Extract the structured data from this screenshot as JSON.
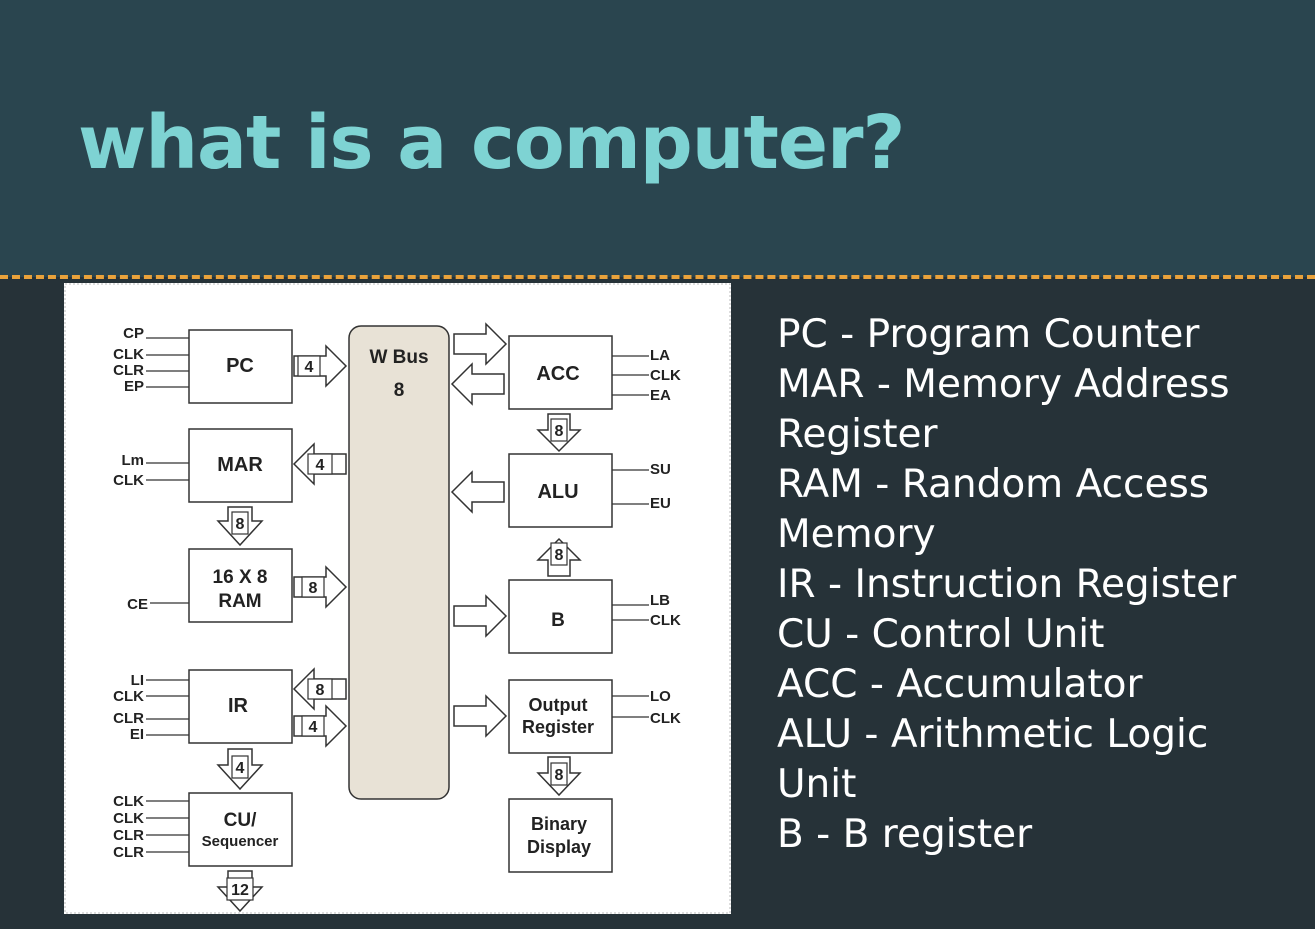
{
  "slide": {
    "title": "what is a computer?",
    "colors": {
      "header_bg": "#2a454f",
      "body_bg": "#263238",
      "title": "#7ed3d3",
      "divider": "#e9a23b",
      "text": "#ffffff"
    }
  },
  "glossary": [
    "PC - Program Counter",
    "MAR - Memory Address",
    "Register",
    "RAM - Random Access",
    "Memory",
    "IR - Instruction Register",
    "CU - Control Unit",
    "ACC - Accumulator",
    "ALU - Arithmetic Logic",
    "Unit",
    "B - B register"
  ],
  "diagram": {
    "bus": {
      "title": "W Bus",
      "width": "8"
    },
    "blocks": {
      "pc": "PC",
      "mar": "MAR",
      "ram_l1": "16 X 8",
      "ram_l2": "RAM",
      "ir": "IR",
      "cu_l1": "CU/",
      "cu_l2": "Sequencer",
      "acc": "ACC",
      "alu": "ALU",
      "b": "B",
      "out_l1": "Output",
      "out_l2": "Register",
      "disp_l1": "Binary",
      "disp_l2": "Display"
    },
    "bus_widths": {
      "pc_bus": "4",
      "mar_bus": "4",
      "mar_ram": "8",
      "ram_bus": "8",
      "ir_in": "8",
      "ir_out": "4",
      "ir_cu": "4",
      "cu_out": "12",
      "acc_alu": "8",
      "b_alu": "8",
      "out_disp": "8"
    },
    "signals": {
      "pc": [
        "CP",
        "CLK",
        "CLR",
        "EP"
      ],
      "mar": [
        "Lm",
        "CLK"
      ],
      "ram": [
        "CE"
      ],
      "ir": [
        "LI",
        "CLK",
        "CLR",
        "EI"
      ],
      "cu": [
        "CLK",
        "CLK",
        "CLR",
        "CLR"
      ],
      "acc": [
        "LA",
        "CLK",
        "EA"
      ],
      "alu": [
        "SU",
        "EU"
      ],
      "b": [
        "LB",
        "CLK"
      ],
      "out": [
        "LO",
        "CLK"
      ]
    }
  }
}
